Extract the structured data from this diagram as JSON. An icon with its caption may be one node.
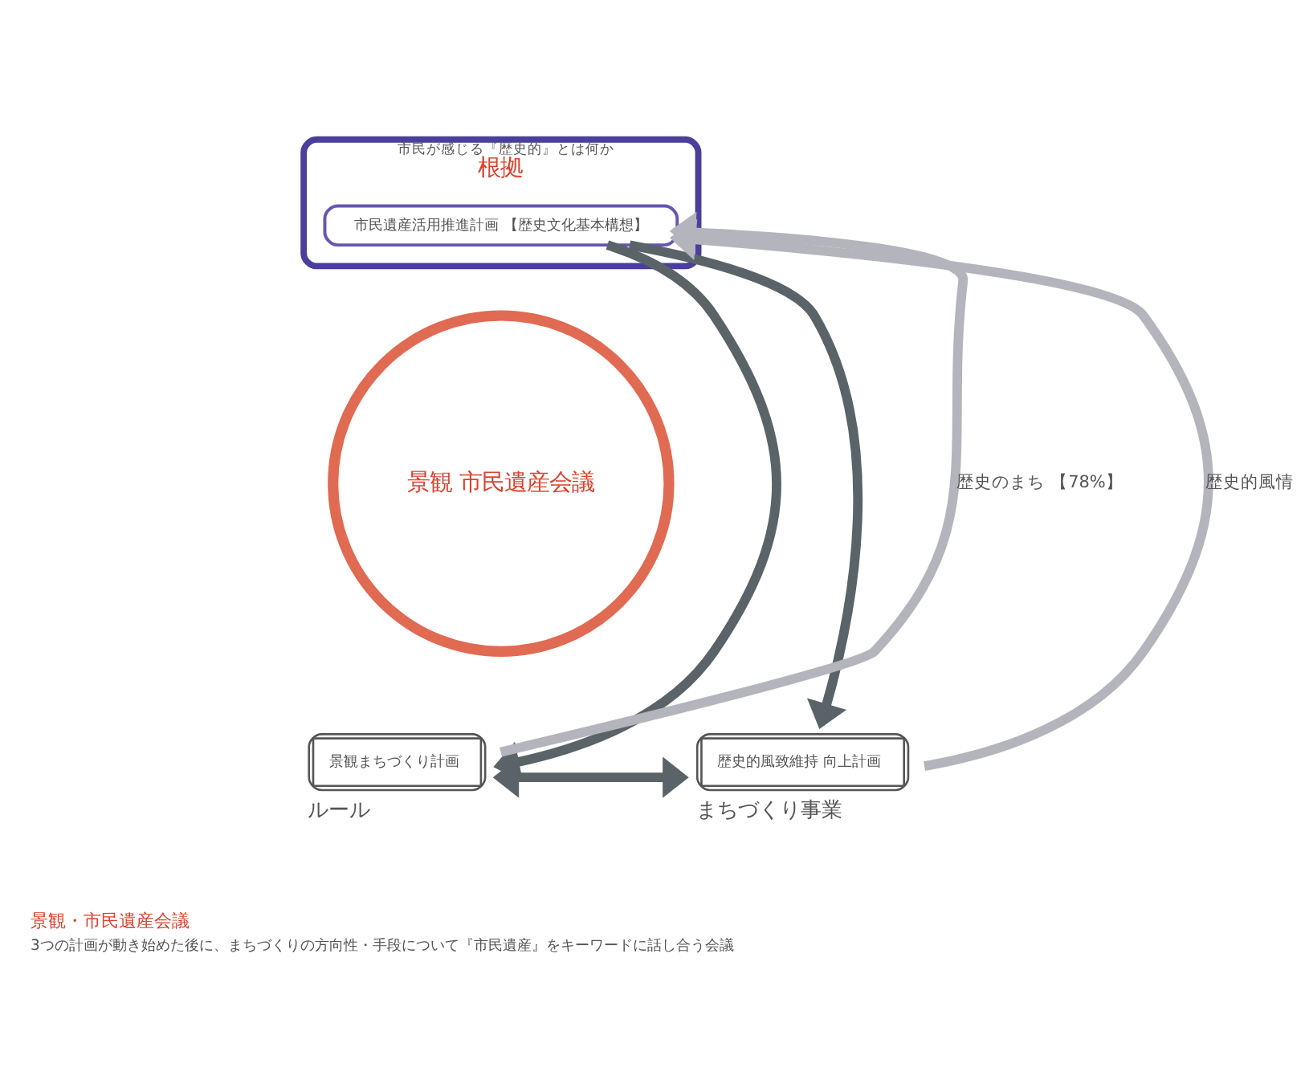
{
  "diagram": {
    "nodes": [
      {
        "text": [
          "市民が感じる『歴史的』とは何か",
          "根拠"
        ]
      },
      {
        "text": [
          "市民遺産活用推進計画 【歴史文化基本構想】"
        ],
        "in": 0
      },
      {
        "text": [
          "景観 市民遺産会議"
        ]
      },
      {
        "text": [
          "景観まちづくり計画"
        ],
        "beside": [
          "ルール"
        ]
      },
      {
        "text": [
          "歴史的風致維持 向上計画"
        ],
        "beside": [
          "まちづくり事業"
        ]
      }
    ],
    "edges": [
      {
        "from": 3,
        "to": 1,
        "arrow": "to",
        "label": "歴史のまち 【78%】",
        "color": "#b4b4bc"
      },
      {
        "from": 4,
        "to": 1,
        "arrow": "to",
        "label": "歴史的風情",
        "color": "#b4b4bc"
      },
      {
        "from": 1,
        "to": 3,
        "arrow": "to"
      },
      {
        "from": 1,
        "to": 4,
        "arrow": "to"
      },
      {
        "from": 3,
        "to": 4,
        "arrow": "both"
      }
    ],
    "labels": [
      "景観・市民遺産会議",
      "3つの計画が動き始めた後に、まちづくりの方向性・手段について『市民遺産』をキーワードに話し合う会議"
    ]
  }
}
